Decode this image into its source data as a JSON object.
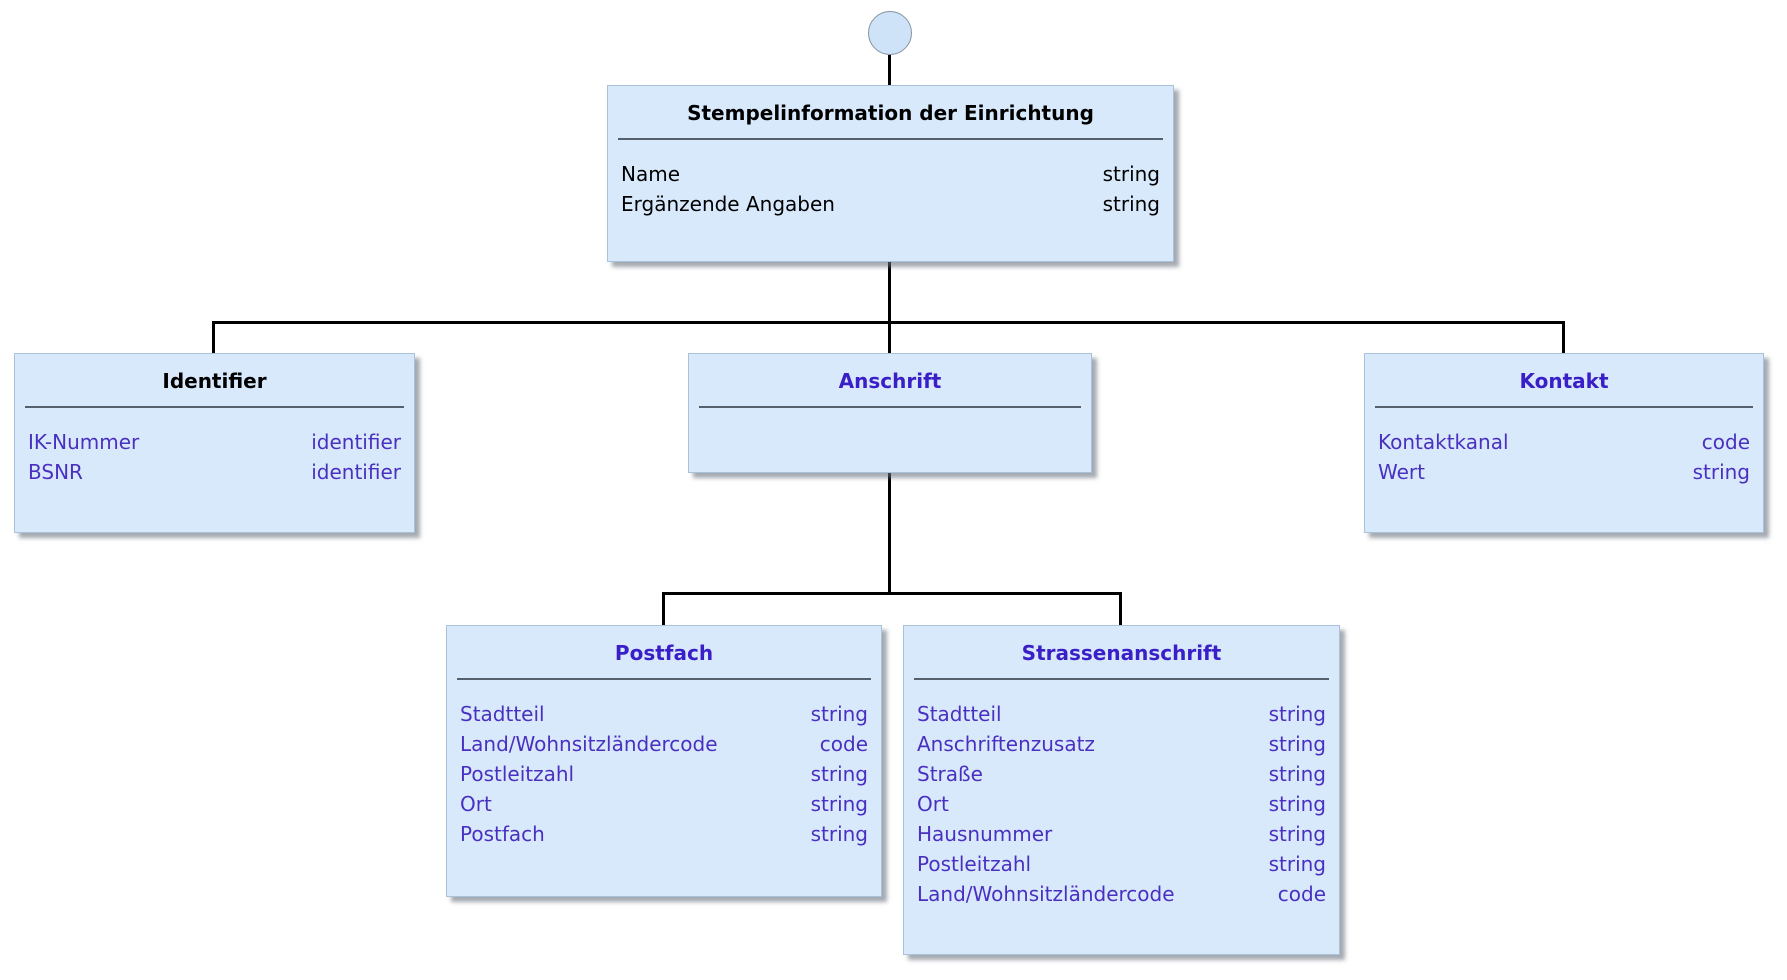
{
  "diagram_title": "Stempelinformation der Einrichtung",
  "colors": {
    "box_fill": "#d8e9fc",
    "box_border": "#aac1da",
    "divider_line": "#55606c",
    "accent_title": "#3a1ec8",
    "accent_attribute": "#4a30c0",
    "black_text": "#000000",
    "connector_line": "#000000",
    "circle_fill": "#cfe3f8",
    "circle_border": "#8593a3"
  },
  "entities": {
    "root": {
      "title": "Stempelinformation der Einrichtung",
      "attributes": [
        {
          "name": "Name",
          "type": "string"
        },
        {
          "name": "Ergänzende Angaben",
          "type": "string"
        }
      ]
    },
    "identifier": {
      "title": "Identifier",
      "attributes": [
        {
          "name": "IK-Nummer",
          "type": "identifier"
        },
        {
          "name": "BSNR",
          "type": "identifier"
        }
      ]
    },
    "anschrift": {
      "title": "Anschrift",
      "attributes": []
    },
    "kontakt": {
      "title": "Kontakt",
      "attributes": [
        {
          "name": "Kontaktkanal",
          "type": "code"
        },
        {
          "name": "Wert",
          "type": "string"
        }
      ]
    },
    "postfach": {
      "title": "Postfach",
      "attributes": [
        {
          "name": "Stadtteil",
          "type": "string"
        },
        {
          "name": "Land/Wohnsitzländercode",
          "type": "code"
        },
        {
          "name": "Postleitzahl",
          "type": "string"
        },
        {
          "name": "Ort",
          "type": "string"
        },
        {
          "name": "Postfach",
          "type": "string"
        }
      ]
    },
    "strassenanschrift": {
      "title": "Strassenanschrift",
      "attributes": [
        {
          "name": "Stadtteil",
          "type": "string"
        },
        {
          "name": "Anschriftenzusatz",
          "type": "string"
        },
        {
          "name": "Straße",
          "type": "string"
        },
        {
          "name": "Ort",
          "type": "string"
        },
        {
          "name": "Hausnummer",
          "type": "string"
        },
        {
          "name": "Postleitzahl",
          "type": "string"
        },
        {
          "name": "Land/Wohnsitzländercode",
          "type": "code"
        }
      ]
    }
  }
}
